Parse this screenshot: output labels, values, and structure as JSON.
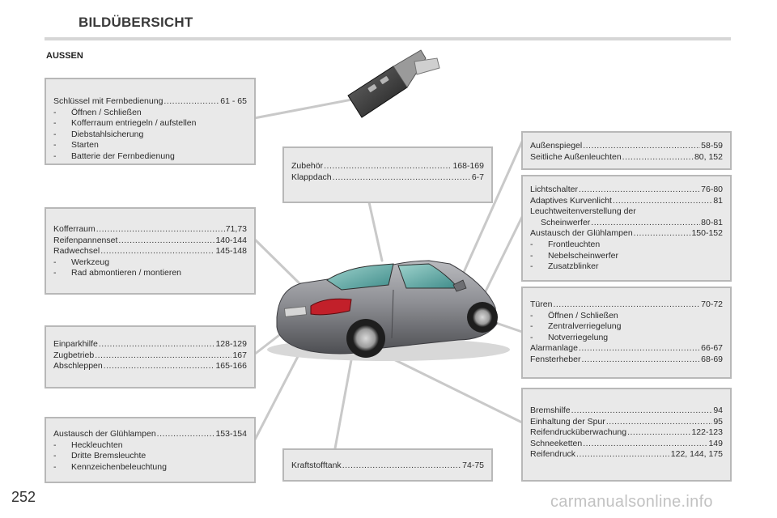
{
  "header": {
    "title": "BILDÜBERSICHT",
    "section": "AUSSEN"
  },
  "page_number": "252",
  "watermark": "carmanualsonline.info",
  "boxes": {
    "key": {
      "entries": [
        {
          "label": "Schlüssel mit Fernbedienung",
          "pages": "61 - 65"
        }
      ],
      "subitems": [
        "Öffnen / Schließen",
        "Kofferraum entriegeln / aufstellen",
        "Diebstahlsicherung",
        "Starten",
        "Batterie der Fernbedienung"
      ]
    },
    "trunk": {
      "entries": [
        {
          "label": "Kofferraum",
          "pages": "71,73"
        },
        {
          "label": "Reifenpannenset",
          "pages": "140-144"
        },
        {
          "label": "Radwechsel",
          "pages": "145-148"
        }
      ],
      "subitems": [
        "Werkzeug",
        "Rad abmontieren / montieren"
      ]
    },
    "parking": {
      "entries": [
        {
          "label": "Einparkhilfe",
          "pages": "128-129"
        },
        {
          "label": "Zugbetrieb",
          "pages": "167"
        },
        {
          "label": "Abschleppen",
          "pages": "165-166"
        }
      ]
    },
    "rear_bulbs": {
      "entries": [
        {
          "label": "Austausch der Glühlampen",
          "pages": "153-154"
        }
      ],
      "subitems": [
        "Heckleuchten",
        "Dritte Bremsleuchte",
        "Kennzeichenbeleuchtung"
      ]
    },
    "accessories": {
      "entries": [
        {
          "label": "Zubehör",
          "pages": "168-169"
        },
        {
          "label": "Klappdach",
          "pages": "6-7"
        }
      ]
    },
    "fuel": {
      "entries": [
        {
          "label": "Kraftstofftank",
          "pages": "74-75"
        }
      ]
    },
    "mirrors": {
      "entries": [
        {
          "label": "Außenspiegel",
          "pages": "58-59"
        },
        {
          "label": "Seitliche Außenleuchten",
          "pages": "80, 152"
        }
      ]
    },
    "lights": {
      "entries": [
        {
          "label": "Lichtschalter",
          "pages": "76-80"
        },
        {
          "label": "Adaptives Kurvenlicht",
          "pages": "81"
        }
      ],
      "heading_line1": "Leuchtweitenverstellung der",
      "heading_line2": {
        "label": "Scheinwerfer",
        "pages": "80-81"
      },
      "bulbs": {
        "label": "Austausch der Glühlampen",
        "pages": "150-152"
      },
      "subitems": [
        "Frontleuchten",
        "Nebelscheinwerfer",
        "Zusatzblinker"
      ]
    },
    "doors": {
      "entries_top": [
        {
          "label": "Türen",
          "pages": "70-72"
        }
      ],
      "subitems": [
        "Öffnen / Schließen",
        "Zentralverriegelung",
        "Notverriegelung"
      ],
      "entries_bottom": [
        {
          "label": "Alarmanlage",
          "pages": "66-67"
        },
        {
          "label": "Fensterheber",
          "pages": "68-69"
        }
      ]
    },
    "brakes": {
      "entries": [
        {
          "label": "Bremshilfe",
          "pages": "94"
        },
        {
          "label": "Einhaltung der Spur",
          "pages": "95"
        },
        {
          "label": "Reifendrucküberwachung",
          "pages": "122-123"
        },
        {
          "label": "Schneeketten",
          "pages": "149"
        },
        {
          "label": "Reifendruck",
          "pages": "122, 144, 175"
        }
      ]
    }
  },
  "colors": {
    "box_fill": "#e9e9e9",
    "box_border": "#b8b8b8",
    "car_body": "#8e8f94",
    "glass": "#6fb3b0",
    "tail_light": "#c2202a"
  }
}
